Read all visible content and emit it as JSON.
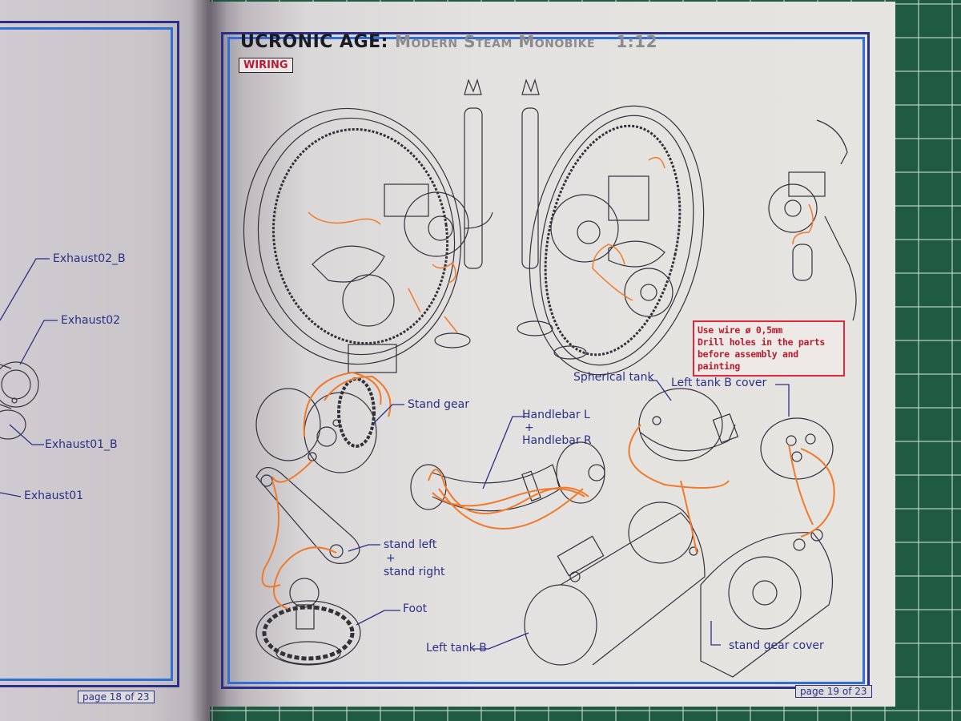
{
  "header": {
    "brand": "UCRONIC AGE:",
    "subtitle": "Modern Steam Monobike",
    "scale": "1:12",
    "section_tag": "WIRING"
  },
  "warning_box": {
    "lines": [
      "Use wire ø 0,5mm",
      "Drill holes in the parts",
      "before assembly and painting"
    ]
  },
  "left_page": {
    "callouts": [
      "Exhaust02_B",
      "Exhaust02",
      "Exhaust01_B",
      "Exhaust01"
    ],
    "page_number": "page  18 of 23"
  },
  "right_page": {
    "callouts": {
      "stand_gear": "Stand gear",
      "handlebar_l": "Handlebar L",
      "plus1": "+",
      "handlebar_r": "Handlebar R",
      "spherical_tank": "Spherical tank",
      "left_tank_b_cover": "Left tank B cover",
      "stand_left": "stand left",
      "plus2": "+",
      "stand_right": "stand right",
      "foot": "Foot",
      "left_tank_b": "Left tank B",
      "stand_gear_cover": "stand gear cover"
    },
    "page_number": "page  19 of 23"
  },
  "colors": {
    "frame_dark": "#2d2f86",
    "frame_blue": "#2f6fd6",
    "wire_orange": "#f07a2a",
    "warning_red": "#e0283c",
    "callout_blue": "#2b2f86",
    "mat_green": "#1f5a42"
  }
}
